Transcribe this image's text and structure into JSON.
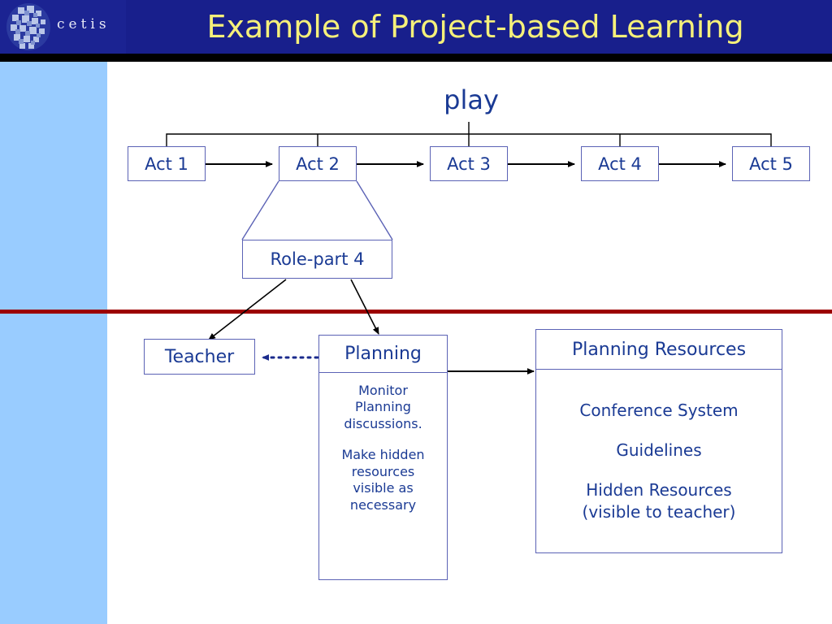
{
  "header": {
    "logo_word": "cetis",
    "logo_icon": "cetis-cube-cluster-logo",
    "title": "Example of Project-based Learning",
    "bg_color": "#181f8c",
    "title_color": "#f5f07a",
    "strip_color": "#000000"
  },
  "theme": {
    "side_band_color": "#99ccff",
    "rule_color": "#9c0000",
    "box_border_color": "#5b62b5",
    "box_text_color": "#1a3a94",
    "page_bg": "#ffffff"
  },
  "diagram": {
    "play_label": "play",
    "acts": [
      {
        "label": "Act 1"
      },
      {
        "label": "Act 2"
      },
      {
        "label": "Act 3"
      },
      {
        "label": "Act 4"
      },
      {
        "label": "Act 5"
      }
    ],
    "role_part": "Role-part 4",
    "teacher": "Teacher",
    "planning": {
      "title": "Planning",
      "line1": "Monitor",
      "line2": "Planning",
      "line3": "discussions.",
      "line4": "Make hidden",
      "line5": "resources",
      "line6": "visible as",
      "line7": "necessary"
    },
    "planning_resources": {
      "title": "Planning Resources",
      "item1": "Conference System",
      "item2": "Guidelines",
      "item3": "Hidden Resources",
      "item4": "(visible to teacher)"
    }
  }
}
